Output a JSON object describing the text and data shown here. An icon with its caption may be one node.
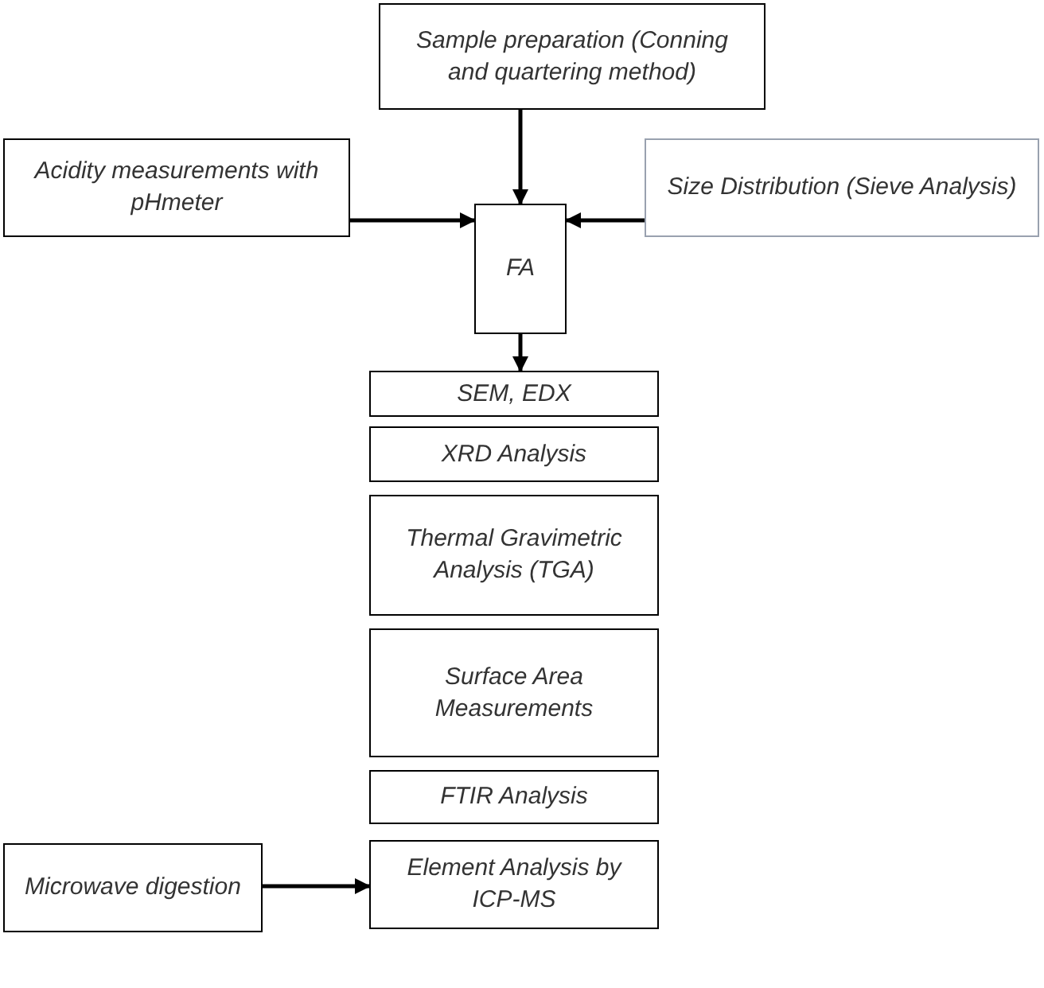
{
  "diagram": {
    "nodes": [
      {
        "text": [
          "Sample preparation (Conning and quartering method)"
        ]
      },
      {
        "text": [
          "Acidity measurements with pHmeter"
        ]
      },
      {
        "text": [
          "FA"
        ]
      },
      {
        "text": [
          "Size Distribution (Sieve Analysis)"
        ]
      },
      {
        "text": [
          "SEM, EDX"
        ]
      },
      {
        "text": [
          "XRD Analysis"
        ]
      },
      {
        "text": [
          "Thermal Gravimetric Analysis (TGA)"
        ]
      },
      {
        "text": [
          "Surface Area Measurements"
        ]
      },
      {
        "text": [
          "FTIR Analysis"
        ]
      },
      {
        "text": [
          "Element Analysis by ICP-MS"
        ]
      },
      {
        "text": [
          "Microwave digestion"
        ]
      }
    ],
    "edges": [
      {
        "from": 0,
        "to": 2,
        "arrow": "to"
      },
      {
        "from": 1,
        "to": 2,
        "arrow": "to"
      },
      {
        "from": 3,
        "to": 2,
        "arrow": "to"
      },
      {
        "from": 2,
        "to": 4,
        "arrow": "to"
      },
      {
        "from": 10,
        "to": 9,
        "arrow": "to"
      }
    ]
  }
}
